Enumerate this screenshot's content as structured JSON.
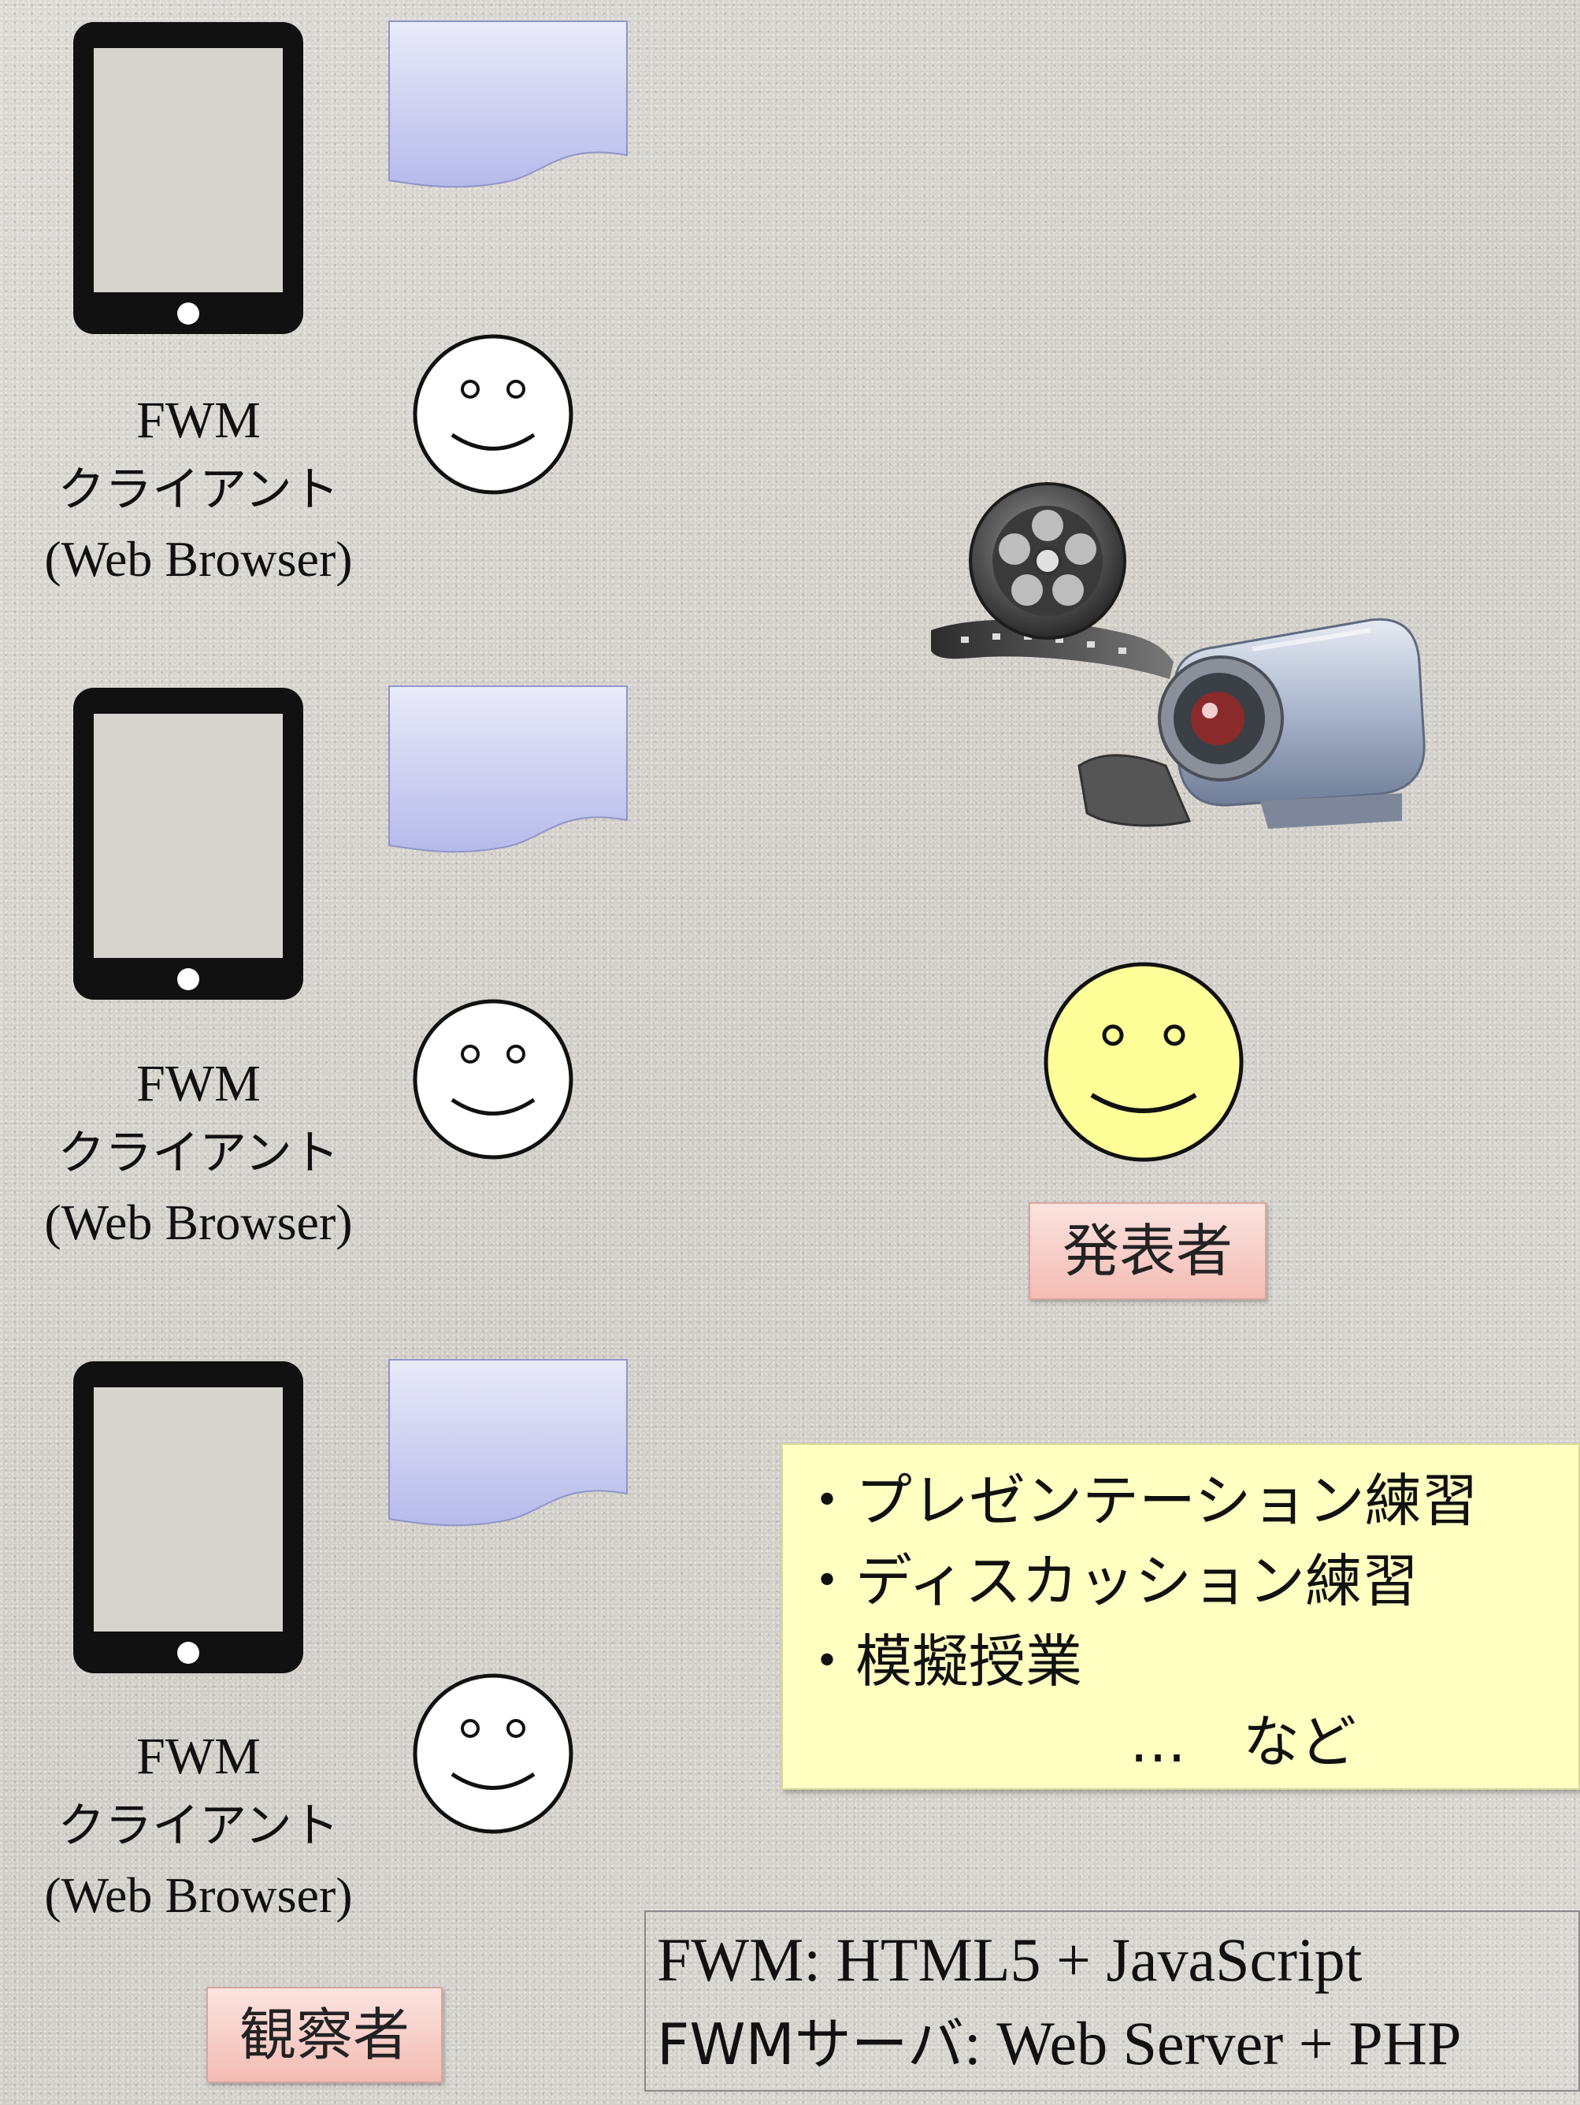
{
  "clients": [
    {
      "line1": "FWM",
      "line2": "クライアント",
      "line3": "(Web Browser)"
    },
    {
      "line1": "FWM",
      "line2": "クライアント",
      "line3": "(Web Browser)"
    },
    {
      "line1": "FWM",
      "line2": "クライアント",
      "line3": "(Web Browser)"
    }
  ],
  "observer_label": "観察者",
  "presenter_label": "発表者",
  "use_cases": {
    "items": [
      "プレゼンテーション練習",
      "ディスカッション練習",
      "模擬授業"
    ],
    "etc": "…　など"
  },
  "tech": {
    "row1": "FWM:  HTML5 + JavaScript",
    "row2_jp": "FWMサーバ",
    "row2_rest": ": Web Server + PHP"
  },
  "colors": {
    "document_fill": "#c8cbee",
    "presenter_face": "#ffff99",
    "observer_face": "#ffffff",
    "role_label": "#f5c6be",
    "usecase_box": "#ffffc2"
  }
}
